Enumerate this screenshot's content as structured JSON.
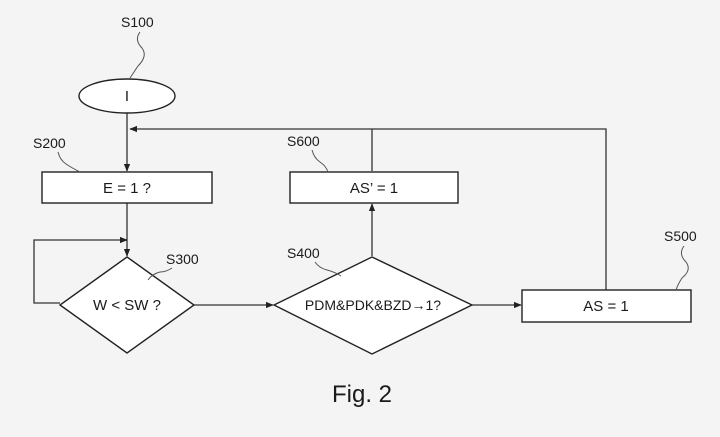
{
  "nodes": {
    "start": {
      "step": "S100",
      "text": "I"
    },
    "check_e": {
      "step": "S200",
      "text": "E = 1 ?"
    },
    "check_w": {
      "step": "S300",
      "text": "W < SW ?"
    },
    "check_pdm": {
      "step": "S400",
      "text": "PDM&PDK&BZD→1?"
    },
    "set_as": {
      "step": "S500",
      "text": "AS = 1"
    },
    "set_as_prime": {
      "step": "S600",
      "text": "AS’ = 1"
    }
  },
  "caption": "Fig. 2",
  "colors": {
    "background": "#f4f4f4",
    "line": "#222222",
    "fill": "#ffffff"
  }
}
